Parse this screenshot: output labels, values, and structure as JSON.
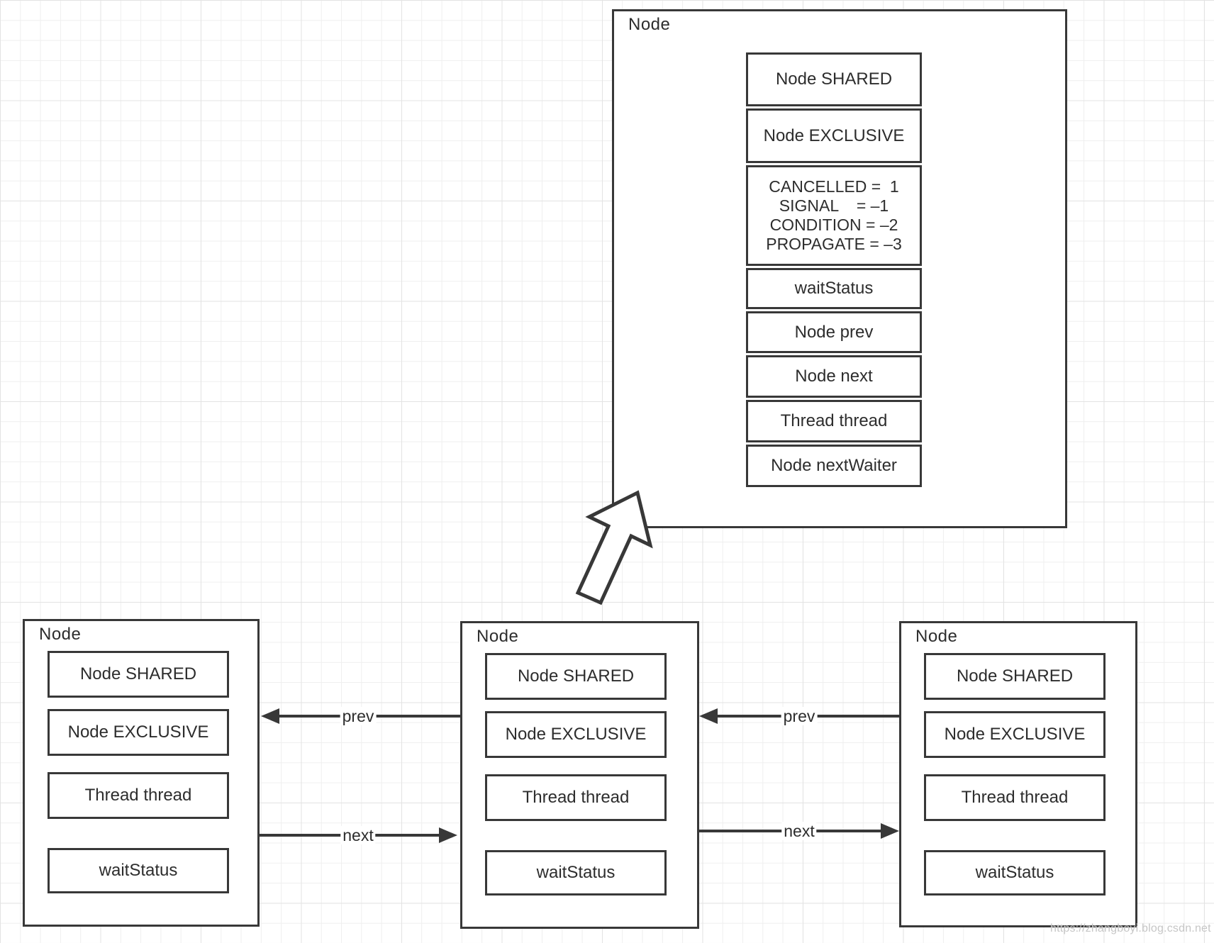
{
  "detail_node": {
    "title": "Node",
    "shared": "Node SHARED",
    "exclusive": "Node EXCLUSIVE",
    "constants": [
      "CANCELLED =  1",
      "SIGNAL    = –1",
      "CONDITION = –2",
      "PROPAGATE = –3"
    ],
    "wait_status": "waitStatus",
    "prev_field": "Node prev",
    "next_field": "Node next",
    "thread_field": "Thread thread",
    "next_waiter": "Node nextWaiter"
  },
  "queue_nodes": [
    {
      "title": "Node",
      "fields": [
        "Node SHARED",
        "Node EXCLUSIVE",
        "Thread thread",
        "waitStatus"
      ]
    },
    {
      "title": "Node",
      "fields": [
        "Node SHARED",
        "Node EXCLUSIVE",
        "Thread thread",
        "waitStatus"
      ]
    },
    {
      "title": "Node",
      "fields": [
        "Node SHARED",
        "Node EXCLUSIVE",
        "Thread thread",
        "waitStatus"
      ]
    }
  ],
  "edges": {
    "left_prev": "prev",
    "left_next": "next",
    "right_prev": "prev",
    "right_next": "next"
  },
  "watermark": "https://zhangboyi.blog.csdn.net",
  "colors": {
    "line": "#383838",
    "text": "#2d2d2d",
    "grid_minor": "#efefef",
    "grid_major": "#e3e3e3",
    "watermark": "#c6c6c6",
    "background": "#ffffff"
  }
}
